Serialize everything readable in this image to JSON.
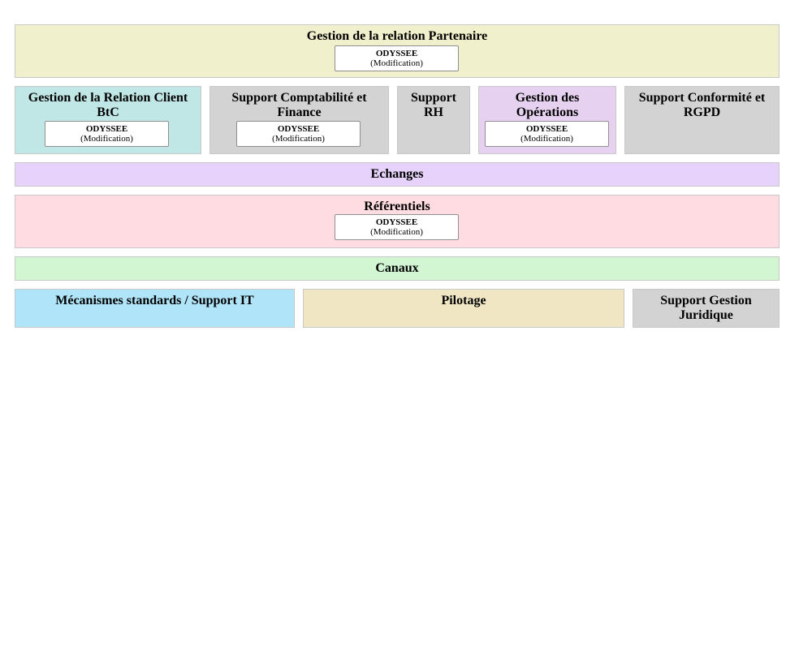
{
  "zones": {
    "partenaire": {
      "title": "Gestion de la relation Partenaire",
      "color": "#f0f0cc",
      "app": {
        "name": "ODYSSEE",
        "status": "(Modification)"
      }
    },
    "client_btc": {
      "title": "Gestion de la Relation Client BtC",
      "color": "#c0e6e6",
      "app": {
        "name": "ODYSSEE",
        "status": "(Modification)"
      }
    },
    "comptabilite": {
      "title": "Support Comptabilité et Finance",
      "color": "#d3d3d3",
      "app": {
        "name": "ODYSSEE",
        "status": "(Modification)"
      }
    },
    "rh": {
      "title": "Support RH",
      "color": "#d3d3d3"
    },
    "operations": {
      "title": "Gestion des Opérations",
      "color": "#e6d2f0",
      "app": {
        "name": "ODYSSEE",
        "status": "(Modification)"
      }
    },
    "conformite": {
      "title": "Support Conformité et RGPD",
      "color": "#d3d3d3"
    },
    "echanges": {
      "title": "Echanges",
      "color": "#e6d2fa"
    },
    "referentiels": {
      "title": "Référentiels",
      "color": "#ffdce1",
      "app": {
        "name": "ODYSSEE",
        "status": "(Modification)"
      }
    },
    "canaux": {
      "title": "Canaux",
      "color": "#d2f5d2"
    },
    "mecanismes": {
      "title": "Mécanismes standards / Support IT",
      "color": "#b0e4f8"
    },
    "pilotage": {
      "title": "Pilotage",
      "color": "#f0e6c3"
    },
    "juridique": {
      "title": "Support Gestion Juridique",
      "color": "#d3d3d3"
    }
  }
}
